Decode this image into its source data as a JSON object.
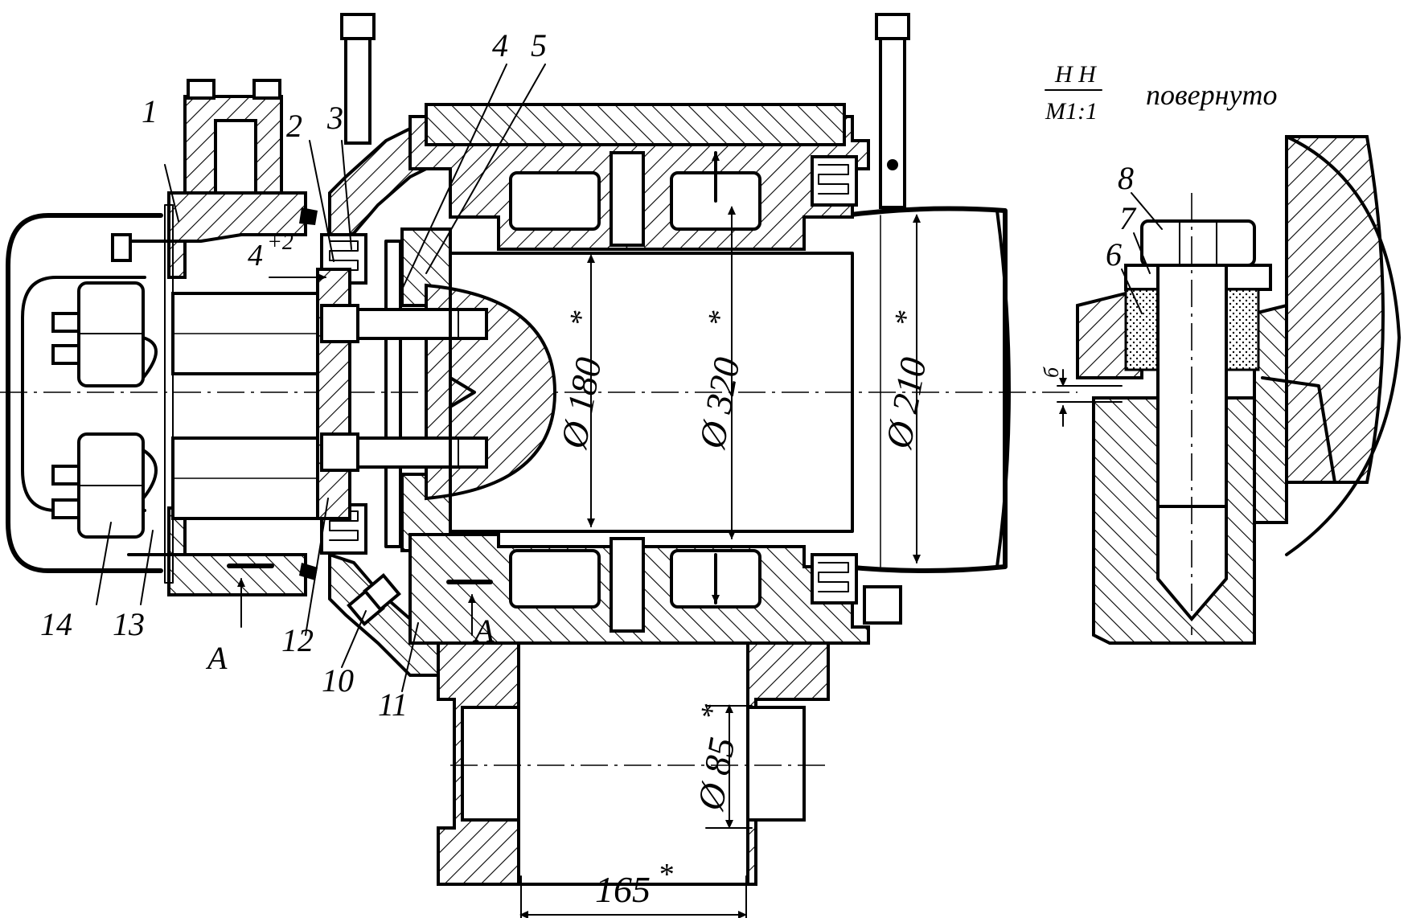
{
  "parts": [
    {
      "id": "p1",
      "text": "1"
    },
    {
      "id": "p2",
      "text": "2"
    },
    {
      "id": "p3",
      "text": "3"
    },
    {
      "id": "p4",
      "text": "4"
    },
    {
      "id": "p5",
      "text": "5"
    },
    {
      "id": "p6",
      "text": "6"
    },
    {
      "id": "p7",
      "text": "7"
    },
    {
      "id": "p8",
      "text": "8"
    },
    {
      "id": "p10",
      "text": "10"
    },
    {
      "id": "p11",
      "text": "11"
    },
    {
      "id": "p12",
      "text": "12"
    },
    {
      "id": "p13",
      "text": "13"
    },
    {
      "id": "p14",
      "text": "14"
    }
  ],
  "dimensions": {
    "d180": "Ø 180",
    "d320": "Ø 320",
    "d210": "Ø 210",
    "d85": "Ø 85",
    "len165": "165",
    "star": "*",
    "gap_base": "4",
    "gap_tol": "+2",
    "gap_b": "б"
  },
  "section_marks": {
    "a_left": "A",
    "a_right": "A"
  },
  "detail_view": {
    "name_top": "H  H",
    "scale": "M1:1",
    "note": "повернуто"
  }
}
